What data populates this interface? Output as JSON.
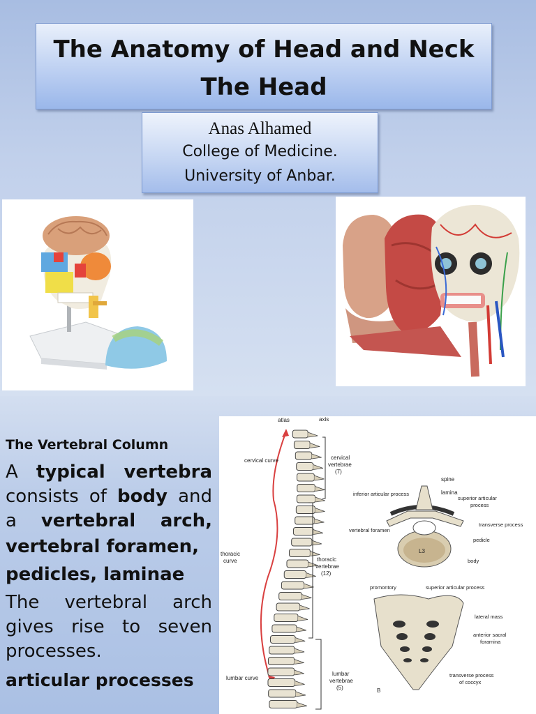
{
  "header": {
    "title_line1": "The Anatomy of Head and Neck",
    "title_line2": "The Head"
  },
  "author": {
    "name": "Anas Alhamed",
    "college": "College of Medicine.",
    "university": "University of Anbar."
  },
  "images": {
    "skull_model": "skull-brain-model-image",
    "head_layers": "head-dissection-layers-image"
  },
  "section": {
    "heading": "The Vertebral Column",
    "p1_a": "A",
    "p1_b": "typical vertebra",
    "p1_c": "consists of",
    "p1_d": "body",
    "p1_e": "and",
    "p1_f": "a",
    "p1_g": "vertebral arch,",
    "p1_h": "vertebral foramen,",
    "p1_i": "pedicles,  laminae",
    "p2_line1": "The vertebral arch",
    "p2_line2": "gives rise to seven",
    "p2_line3": "processes.",
    "p3": "articular processes"
  },
  "diagram": {
    "atlas": "atlas",
    "axis": "axis",
    "cervical_curve": "cervical curve",
    "cervical_vertebrae_1": "cervical",
    "cervical_vertebrae_2": "vertebrae",
    "cervical_count": "(7)",
    "thoracic_curve_1": "thoracic",
    "thoracic_curve_2": "curve",
    "thoracic_vertebrae_1": "thoracic",
    "thoracic_vertebrae_2": "vertebrae",
    "thoracic_count": "(12)",
    "lumbar_curve": "lumbar curve",
    "lumbar_vertebrae_1": "lumbar",
    "lumbar_vertebrae_2": "vertebrae",
    "lumbar_count": "(5)",
    "spine": "spine",
    "lamina": "lamina",
    "inferior_articular": "inferior articular process",
    "superior_articular_1": "superior articular",
    "superior_articular_2": "process",
    "transverse_process": "transverse process",
    "vertebral_foramen": "vertebral foramen",
    "pedicle": "pedicle",
    "body": "body",
    "l3": "L3",
    "promontory": "promontory",
    "superior_articular_process": "superior articular process",
    "lateral_mass": "lateral mass",
    "anterior_sacral_1": "anterior sacral",
    "anterior_sacral_2": "foramina",
    "transverse_coccyx_1": "transverse process",
    "transverse_coccyx_2": "of coccyx",
    "figure_b": "B"
  }
}
